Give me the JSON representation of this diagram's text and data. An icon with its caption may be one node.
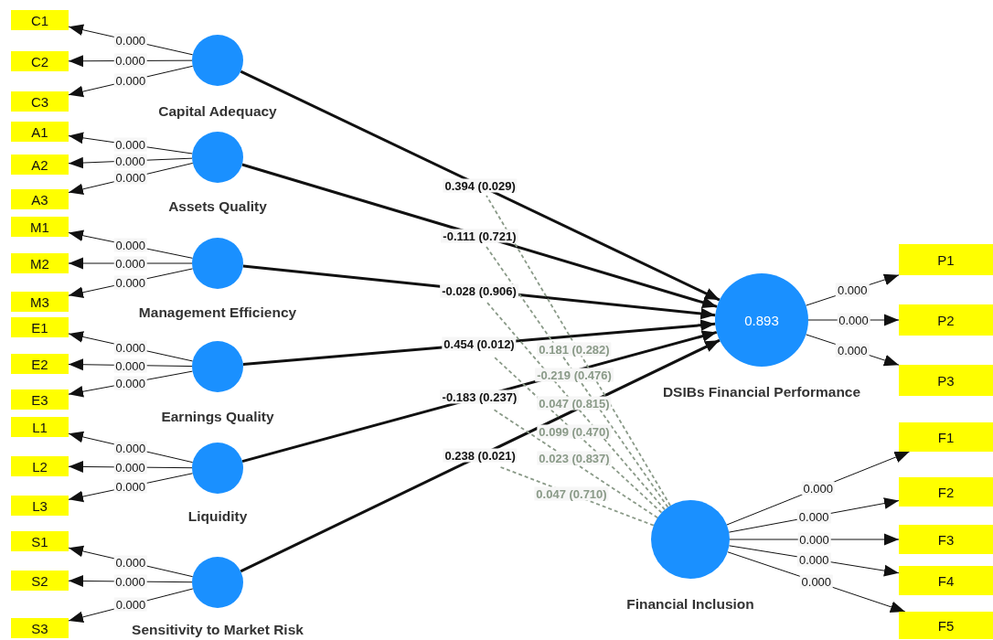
{
  "diagram": {
    "nodes": [
      {
        "text": [
          "C1"
        ]
      },
      {
        "text": [
          "C2"
        ]
      },
      {
        "text": [
          "C3"
        ]
      },
      {
        "text": [
          "Capital Adequacy"
        ]
      },
      {
        "text": [
          "A1"
        ]
      },
      {
        "text": [
          "A2"
        ]
      },
      {
        "text": [
          "A3"
        ]
      },
      {
        "text": [
          "Assets Quality"
        ]
      },
      {
        "text": [
          "M1"
        ]
      },
      {
        "text": [
          "M2"
        ]
      },
      {
        "text": [
          "M3"
        ]
      },
      {
        "text": [
          "Management Efficiency"
        ]
      },
      {
        "text": [
          "E1"
        ]
      },
      {
        "text": [
          "E2"
        ]
      },
      {
        "text": [
          "E3"
        ]
      },
      {
        "text": [
          "Earnings Quality"
        ]
      },
      {
        "text": [
          "L1"
        ]
      },
      {
        "text": [
          "L2"
        ]
      },
      {
        "text": [
          "L3"
        ]
      },
      {
        "text": [
          "Liquidity"
        ]
      },
      {
        "text": [
          "S1"
        ]
      },
      {
        "text": [
          "S2"
        ]
      },
      {
        "text": [
          "S3"
        ]
      },
      {
        "text": [
          "Sensitivity to Market Risk"
        ]
      },
      {
        "text": [
          "0.893",
          "DSIBs Financial Performance"
        ]
      },
      {
        "text": [
          "P1"
        ]
      },
      {
        "text": [
          "P2"
        ]
      },
      {
        "text": [
          "P3"
        ]
      },
      {
        "text": [
          "Financial Inclusion"
        ]
      },
      {
        "text": [
          "F1"
        ]
      },
      {
        "text": [
          "F2"
        ]
      },
      {
        "text": [
          "F3"
        ]
      },
      {
        "text": [
          "F4"
        ]
      },
      {
        "text": [
          "F5"
        ]
      }
    ],
    "edges": [
      {
        "from": 3,
        "to": 0,
        "arrow": "to",
        "label": "0.000"
      },
      {
        "from": 3,
        "to": 1,
        "arrow": "to",
        "label": "0.000"
      },
      {
        "from": 3,
        "to": 2,
        "arrow": "to",
        "label": "0.000"
      },
      {
        "from": 7,
        "to": 4,
        "arrow": "to",
        "label": "0.000"
      },
      {
        "from": 7,
        "to": 5,
        "arrow": "to",
        "label": "0.000"
      },
      {
        "from": 7,
        "to": 6,
        "arrow": "to",
        "label": "0.000"
      },
      {
        "from": 11,
        "to": 8,
        "arrow": "to",
        "label": "0.000"
      },
      {
        "from": 11,
        "to": 9,
        "arrow": "to",
        "label": "0.000"
      },
      {
        "from": 11,
        "to": 10,
        "arrow": "to",
        "label": "0.000"
      },
      {
        "from": 15,
        "to": 12,
        "arrow": "to",
        "label": "0.000"
      },
      {
        "from": 15,
        "to": 13,
        "arrow": "to",
        "label": "0.000"
      },
      {
        "from": 15,
        "to": 14,
        "arrow": "to",
        "label": "0.000"
      },
      {
        "from": 19,
        "to": 16,
        "arrow": "to",
        "label": "0.000"
      },
      {
        "from": 19,
        "to": 17,
        "arrow": "to",
        "label": "0.000"
      },
      {
        "from": 19,
        "to": 18,
        "arrow": "to",
        "label": "0.000"
      },
      {
        "from": 23,
        "to": 20,
        "arrow": "to",
        "label": "0.000"
      },
      {
        "from": 23,
        "to": 21,
        "arrow": "to",
        "label": "0.000"
      },
      {
        "from": 23,
        "to": 22,
        "arrow": "to",
        "label": "0.000"
      },
      {
        "from": 3,
        "to": 24,
        "arrow": "to",
        "label": "0.394 (0.029)",
        "style": "thick"
      },
      {
        "from": 7,
        "to": 24,
        "arrow": "to",
        "label": "-0.111 (0.721)",
        "style": "thick"
      },
      {
        "from": 11,
        "to": 24,
        "arrow": "to",
        "label": "-0.028 (0.906)",
        "style": "thick"
      },
      {
        "from": 15,
        "to": 24,
        "arrow": "to",
        "label": "0.454 (0.012)",
        "style": "thick"
      },
      {
        "from": 19,
        "to": 24,
        "arrow": "to",
        "label": "-0.183 (0.237)",
        "style": "thick"
      },
      {
        "from": 23,
        "to": 24,
        "arrow": "to",
        "label": "0.238 (0.021)",
        "style": "thick"
      },
      {
        "from": 24,
        "to": 25,
        "arrow": "to",
        "label": "0.000"
      },
      {
        "from": 24,
        "to": 26,
        "arrow": "to",
        "label": "0.000"
      },
      {
        "from": 24,
        "to": 27,
        "arrow": "to",
        "label": "0.000"
      },
      {
        "from": 28,
        "to": null,
        "arrow": "none",
        "label": "0.181 (0.282)",
        "style": "dashed",
        "color": "#8a9a88"
      },
      {
        "from": 28,
        "to": null,
        "arrow": "none",
        "label": "-0.219 (0.476)",
        "style": "dashed",
        "color": "#8a9a88"
      },
      {
        "from": 28,
        "to": null,
        "arrow": "none",
        "label": "0.047 (0.815)",
        "style": "dashed",
        "color": "#8a9a88"
      },
      {
        "from": 28,
        "to": null,
        "arrow": "none",
        "label": "0.099 (0.470)",
        "style": "dashed",
        "color": "#8a9a88"
      },
      {
        "from": 28,
        "to": null,
        "arrow": "none",
        "label": "0.023 (0.837)",
        "style": "dashed",
        "color": "#8a9a88"
      },
      {
        "from": 28,
        "to": null,
        "arrow": "none",
        "label": "0.047 (0.710)",
        "style": "dashed",
        "color": "#8a9a88"
      },
      {
        "from": 28,
        "to": 29,
        "arrow": "to",
        "label": "0.000"
      },
      {
        "from": 28,
        "to": 30,
        "arrow": "to",
        "label": "0.000"
      },
      {
        "from": 28,
        "to": 31,
        "arrow": "to",
        "label": "0.000"
      },
      {
        "from": 28,
        "to": 32,
        "arrow": "to",
        "label": "0.000"
      },
      {
        "from": 28,
        "to": 33,
        "arrow": "to",
        "label": "0.000"
      }
    ]
  }
}
